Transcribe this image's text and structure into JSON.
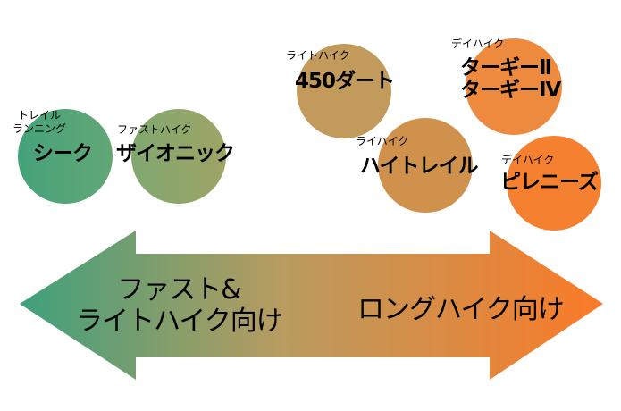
{
  "colors": {
    "green": "#45a27a",
    "orange": "#f87c2c"
  },
  "products": [
    {
      "category": "トレイル\nランニング",
      "name": "シーク",
      "color": "#4ea77a"
    },
    {
      "category": "ファストハイク",
      "name": "ザイオニック",
      "color": "#8ca66d"
    },
    {
      "category": "ライトハイク",
      "name": "450ダート",
      "color": "#c49a5a"
    },
    {
      "category": "デイハイク",
      "name": "ターギーⅡ\nターギーⅣ",
      "color": "#ef8a3c"
    },
    {
      "category": "ライハイク",
      "name": "ハイトレイル",
      "color": "#d4914c"
    },
    {
      "category": "デイハイク",
      "name": "ピレニーズ",
      "color": "#f5802f"
    }
  ],
  "arrow": {
    "left_label": "ファスト&\nライトハイク向け",
    "right_label": "ロングハイク向け"
  }
}
